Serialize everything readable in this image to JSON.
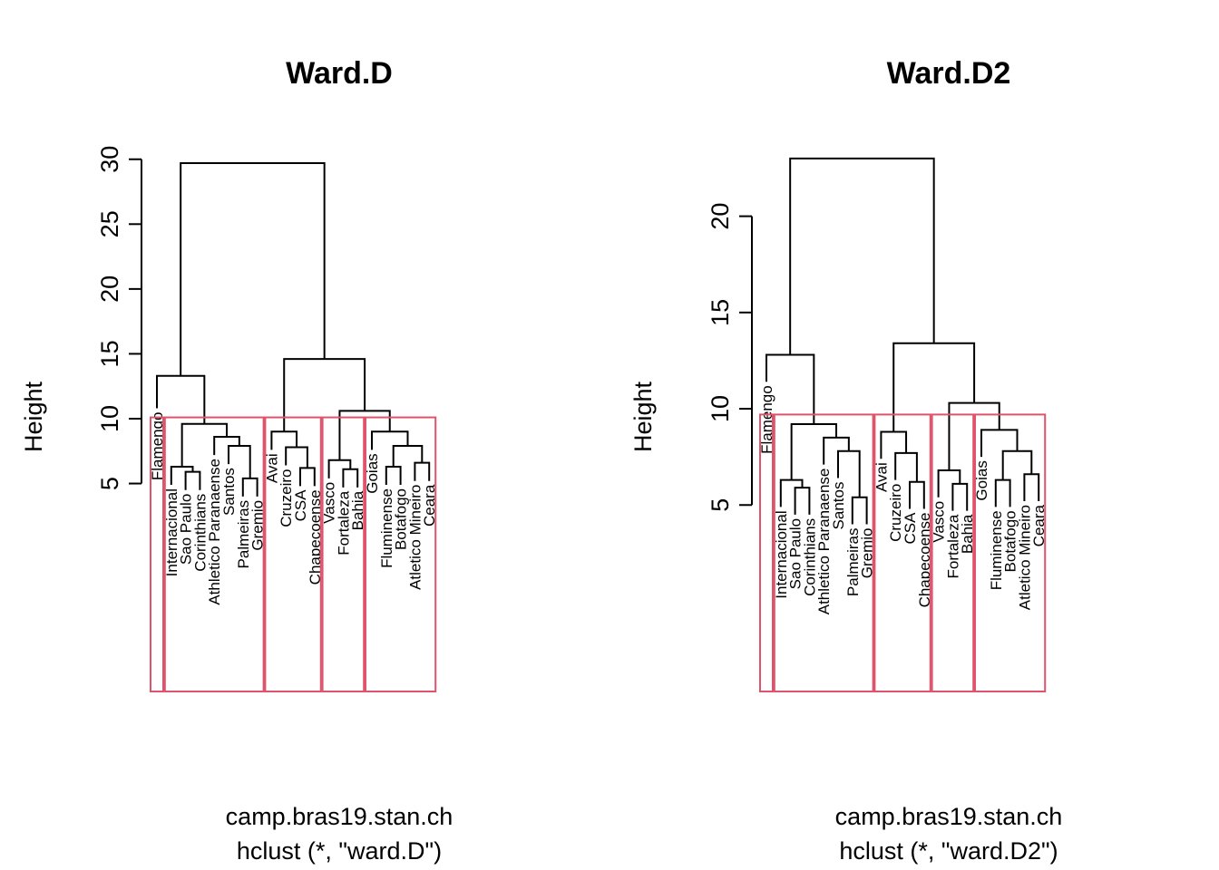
{
  "chart_data": [
    {
      "type": "dendrogram",
      "title": "Ward.D",
      "ylabel": "Height",
      "xlabel": "camp.bras19.stan.ch",
      "sub": "hclust (*, \"ward.D\")",
      "yticks": [
        5,
        10,
        15,
        20,
        25,
        30
      ],
      "ylim": [
        4.2,
        31.1
      ],
      "leaves": [
        "Flamengo",
        "Internacional",
        "Sao Paulo",
        "Corinthians",
        "Athletico Paranaense",
        "Santos",
        "Palmeiras",
        "Gremio",
        "Avai",
        "Cruzeiro",
        "CSA",
        "Chapecoense",
        "Vasco",
        "Fortaleza",
        "Bahia",
        "Goias",
        "Fluminense",
        "Botafogo",
        "Atletico Mineiro",
        "Ceara"
      ],
      "merges": [
        {
          "a": "L2",
          "b": "L3",
          "h": 5.9
        },
        {
          "a": "L1",
          "b": "M0",
          "h": 6.3
        },
        {
          "a": "L6",
          "b": "L7",
          "h": 5.4
        },
        {
          "a": "L5",
          "b": "M2",
          "h": 7.9
        },
        {
          "a": "L4",
          "b": "M3",
          "h": 8.6
        },
        {
          "a": "M1",
          "b": "M4",
          "h": 9.6
        },
        {
          "a": "L0",
          "b": "M5",
          "h": 13.3
        },
        {
          "a": "L10",
          "b": "L11",
          "h": 6.2
        },
        {
          "a": "L9",
          "b": "M7",
          "h": 7.8
        },
        {
          "a": "L8",
          "b": "M8",
          "h": 9.0
        },
        {
          "a": "L13",
          "b": "L14",
          "h": 6.1
        },
        {
          "a": "L12",
          "b": "M10",
          "h": 6.8
        },
        {
          "a": "L16",
          "b": "L17",
          "h": 6.3
        },
        {
          "a": "L18",
          "b": "L19",
          "h": 6.6
        },
        {
          "a": "M12",
          "b": "M13",
          "h": 7.9
        },
        {
          "a": "L15",
          "b": "M14",
          "h": 9.0
        },
        {
          "a": "M11",
          "b": "M15",
          "h": 10.6
        },
        {
          "a": "M9",
          "b": "M16",
          "h": 14.6
        },
        {
          "a": "M6",
          "b": "M17",
          "h": 29.7
        }
      ],
      "clusters": [
        [
          0,
          0
        ],
        [
          1,
          7
        ],
        [
          8,
          11
        ],
        [
          12,
          14
        ],
        [
          15,
          19
        ]
      ]
    },
    {
      "type": "dendrogram",
      "title": "Ward.D2",
      "ylabel": "Height",
      "xlabel": "camp.bras19.stan.ch",
      "sub": "hclust (*, \"ward.D2\")",
      "yticks": [
        5,
        10,
        15,
        20
      ],
      "ylim": [
        3.6,
        23.7
      ],
      "leaves": [
        "Flamengo",
        "Internacional",
        "Sao Paulo",
        "Corinthians",
        "Athletico Paranaense",
        "Santos",
        "Palmeiras",
        "Gremio",
        "Avai",
        "Cruzeiro",
        "CSA",
        "Chapecoense",
        "Vasco",
        "Fortaleza",
        "Bahia",
        "Goias",
        "Fluminense",
        "Botafogo",
        "Atletico Mineiro",
        "Ceara"
      ],
      "merges": [
        {
          "a": "L2",
          "b": "L3",
          "h": 5.9
        },
        {
          "a": "L1",
          "b": "M0",
          "h": 6.3
        },
        {
          "a": "L6",
          "b": "L7",
          "h": 5.4
        },
        {
          "a": "L5",
          "b": "M2",
          "h": 7.8
        },
        {
          "a": "L4",
          "b": "M3",
          "h": 8.5
        },
        {
          "a": "M1",
          "b": "M4",
          "h": 9.2
        },
        {
          "a": "L0",
          "b": "M5",
          "h": 12.8
        },
        {
          "a": "L10",
          "b": "L11",
          "h": 6.2
        },
        {
          "a": "L9",
          "b": "M7",
          "h": 7.7
        },
        {
          "a": "L8",
          "b": "M8",
          "h": 8.8
        },
        {
          "a": "L13",
          "b": "L14",
          "h": 6.1
        },
        {
          "a": "L12",
          "b": "M10",
          "h": 6.8
        },
        {
          "a": "L16",
          "b": "L17",
          "h": 6.3
        },
        {
          "a": "L18",
          "b": "L19",
          "h": 6.6
        },
        {
          "a": "M12",
          "b": "M13",
          "h": 7.8
        },
        {
          "a": "L15",
          "b": "M14",
          "h": 8.9
        },
        {
          "a": "M11",
          "b": "M15",
          "h": 10.3
        },
        {
          "a": "M9",
          "b": "M16",
          "h": 13.4
        },
        {
          "a": "M6",
          "b": "M17",
          "h": 23.0
        }
      ],
      "clusters": [
        [
          0,
          0
        ],
        [
          1,
          7
        ],
        [
          8,
          11
        ],
        [
          12,
          14
        ],
        [
          15,
          19
        ]
      ]
    }
  ],
  "colors": {
    "rect": "#DF536B",
    "line": "#000000"
  }
}
